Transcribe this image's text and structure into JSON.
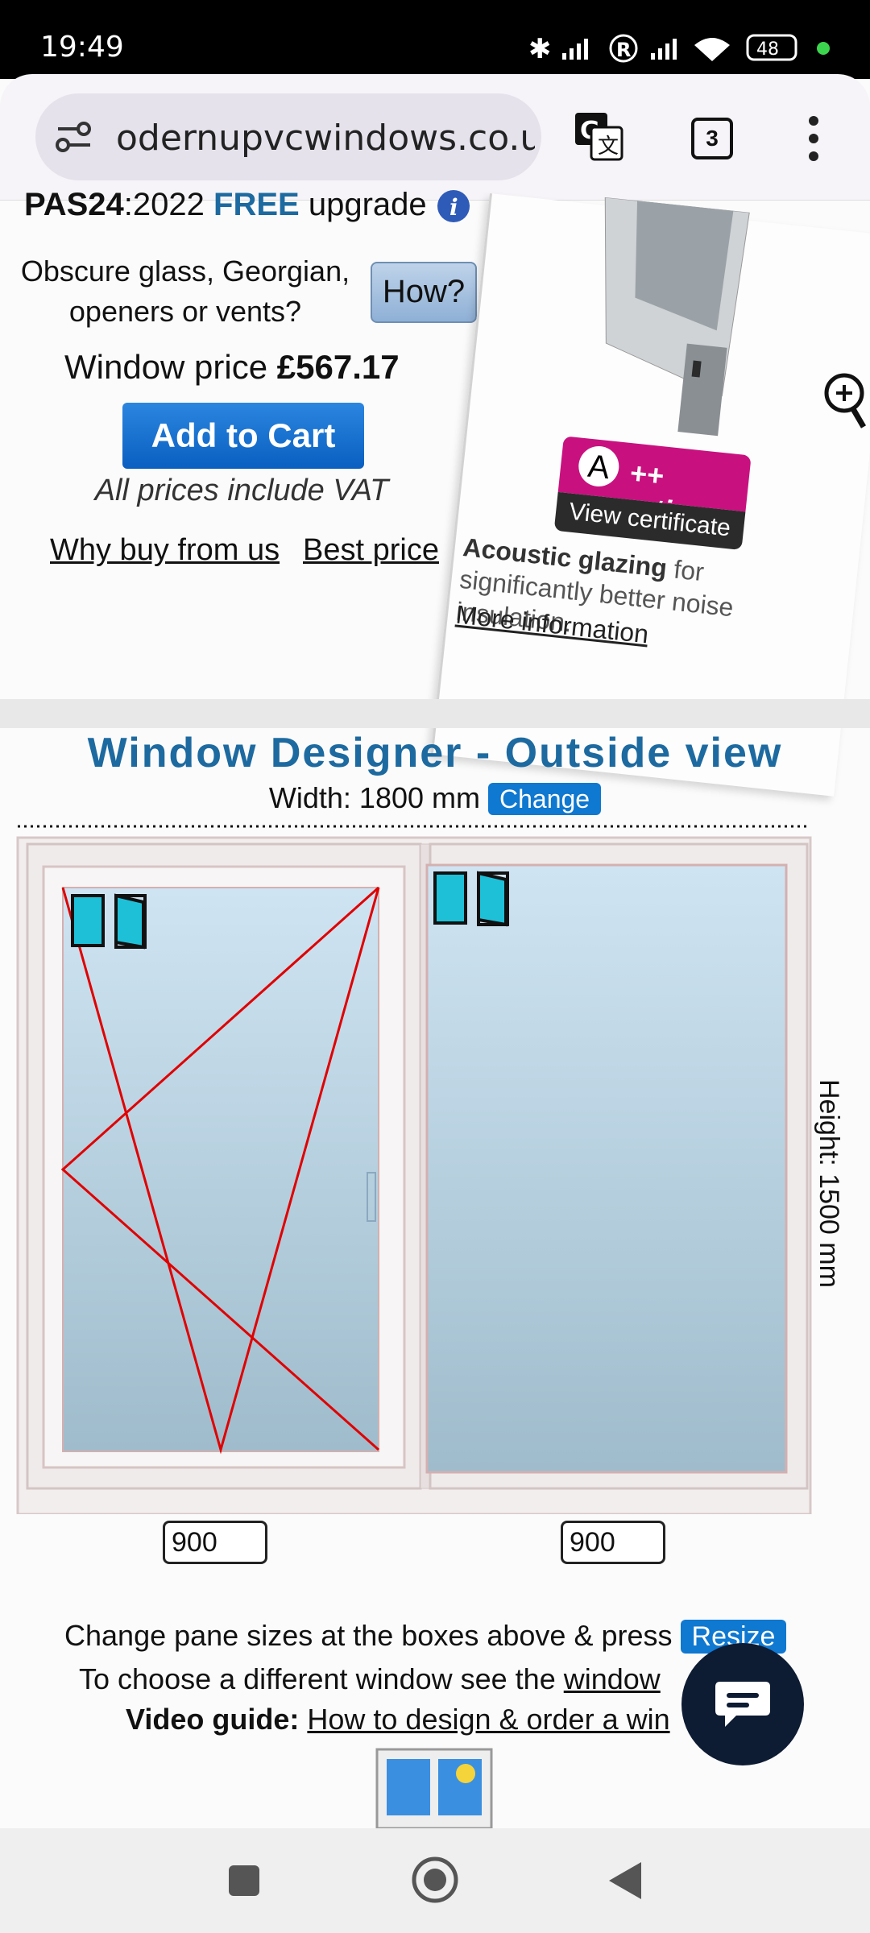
{
  "status_bar": {
    "time": "19:49",
    "battery": "48"
  },
  "browser": {
    "url": "odernupvcwindows.co.uk",
    "tab_count": "3"
  },
  "product": {
    "upgrade_prefix": "PAS24",
    "upgrade_year": ":2022",
    "upgrade_free": "FREE",
    "upgrade_word": "upgrade",
    "options_question": "Obscure glass, Georgian, openers or vents?",
    "how_label": "How?",
    "price_label": "Window price",
    "price_value": "£567.17",
    "add_to_cart": "Add to Cart",
    "vat_note": "All prices include VAT",
    "why_buy": "Why buy from us",
    "best_price": "Best price"
  },
  "side_panel": {
    "rating_letter": "A",
    "rating_text": "++ rating",
    "view_certificate": "View certificate",
    "acoustic_bold": "Acoustic glazing",
    "acoustic_rest": "for significantly better noise insulation.",
    "more_info": "More information"
  },
  "designer": {
    "title": "Window Designer - Outside view",
    "width_label": "Width: 1800 mm",
    "change_label": "Change",
    "height_label": "Height: 1500 mm",
    "pane_left_width": "900",
    "pane_right_width": "900"
  },
  "instructions": {
    "line1": "Change pane sizes at the boxes above & press",
    "resize_label": "Resize",
    "line2_prefix": "To choose a different window see the",
    "line2_link": "window",
    "line3_bold": "Video guide:",
    "line3_link": "How to design & order a win"
  },
  "colors": {
    "accent": "#1d6aa0",
    "button_blue": "#0a5fc0",
    "rating_magenta": "#c8117f",
    "opener_red": "#e00000"
  }
}
